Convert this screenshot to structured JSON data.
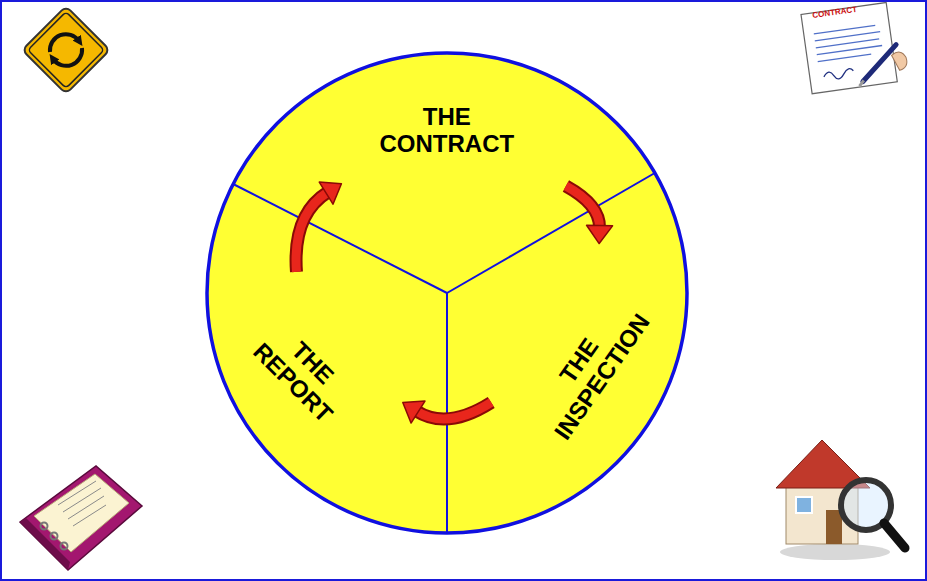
{
  "diagram": {
    "nodes": [
      {
        "text": [
          "THE CONTRACT"
        ]
      },
      {
        "text": [
          "THE INSPECTION"
        ]
      },
      {
        "text": [
          "THE REPORT"
        ]
      }
    ],
    "edges": [
      {
        "from": 0,
        "to": 1,
        "arrow": "to"
      },
      {
        "from": 1,
        "to": 2,
        "arrow": "to"
      },
      {
        "from": 2,
        "to": 0,
        "arrow": "to"
      }
    ],
    "labels": [
      "CONTRACT"
    ]
  }
}
